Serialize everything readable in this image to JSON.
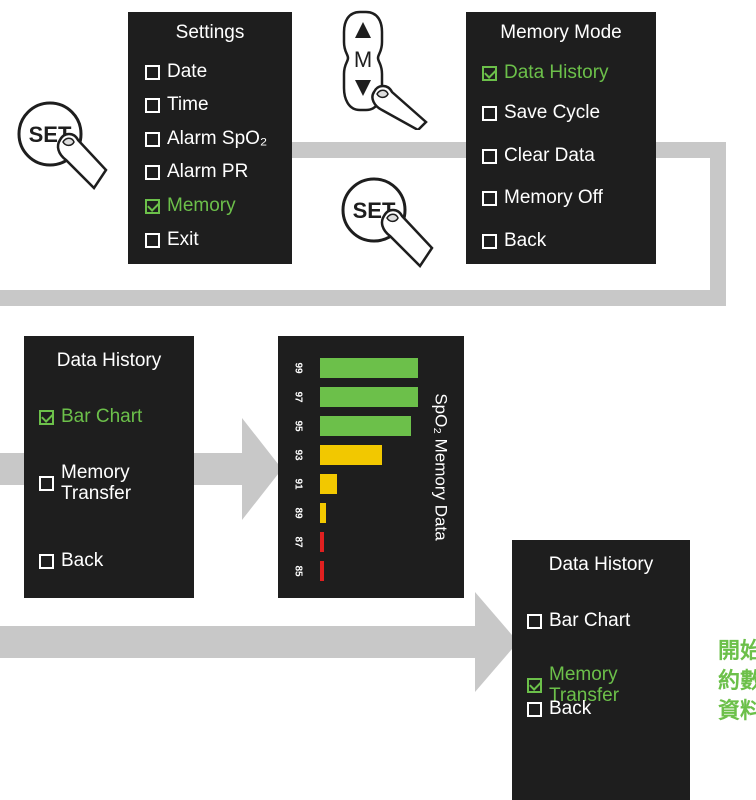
{
  "settings_screen": {
    "title": "Settings",
    "items": [
      {
        "label": "Date",
        "checked": false
      },
      {
        "label": "Time",
        "checked": false
      },
      {
        "label": "Alarm SpO₂",
        "checked": false
      },
      {
        "label": "Alarm PR",
        "checked": false
      },
      {
        "label": "Memory",
        "checked": true
      },
      {
        "label": "Exit",
        "checked": false
      }
    ]
  },
  "memory_mode_screen": {
    "title": "Memory Mode",
    "items": [
      {
        "label": "Data History",
        "checked": true
      },
      {
        "label": "Save Cycle",
        "checked": false
      },
      {
        "label": "Clear Data",
        "checked": false
      },
      {
        "label": "Memory Off",
        "checked": false
      },
      {
        "label": "Back",
        "checked": false
      }
    ]
  },
  "data_history_screen_1": {
    "title": "Data History",
    "items": [
      {
        "label": "Bar Chart",
        "checked": true
      },
      {
        "label": "Memory Transfer",
        "line1": "Memory",
        "line2": "Transfer",
        "checked": false
      },
      {
        "label": "Back",
        "checked": false
      }
    ]
  },
  "bar_chart_screen": {
    "title": "SpO₂ Memory Data",
    "chart_data": {
      "type": "bar",
      "title": "SpO₂ Memory Data",
      "categories": [
        "99",
        "97",
        "95",
        "93",
        "91",
        "89",
        "87",
        "85"
      ],
      "values": [
        98,
        98,
        91,
        62,
        17,
        6,
        4,
        4
      ],
      "value_range": [
        0,
        100
      ],
      "colors": [
        "#6cc04a",
        "#6cc04a",
        "#6cc04a",
        "#f2c800",
        "#f2c800",
        "#f2c800",
        "#e02020",
        "#e02020"
      ]
    }
  },
  "data_history_screen_2": {
    "title": "Data History",
    "items": [
      {
        "label": "Bar Chart",
        "checked": false
      },
      {
        "label": "Memory Transfer",
        "line1": "Memory",
        "line2": "Transfer",
        "checked": true
      },
      {
        "label": "Back",
        "checked": false
      }
    ]
  },
  "buttons": {
    "set_label": "SET",
    "m_label": "M"
  },
  "side_note": {
    "lines": [
      "開始",
      "約數",
      "資料"
    ]
  },
  "colors": {
    "screen_bg": "#1e1e1e",
    "selected": "#6cc04a",
    "connector": "#c8c8c8"
  }
}
